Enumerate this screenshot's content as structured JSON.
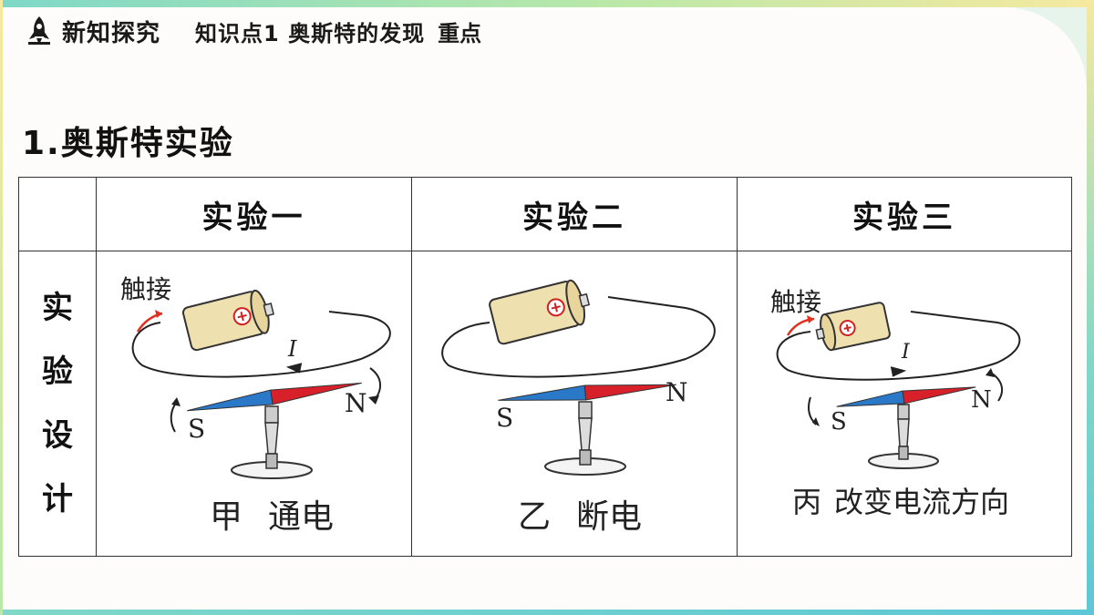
{
  "header": {
    "title": "新知探究",
    "topic": "知识点1 奥斯特的发现",
    "tag": "重点"
  },
  "section_title": "1.奥斯特实验",
  "table": {
    "row_header": [
      "实",
      "验",
      "设",
      "计"
    ],
    "columns": [
      {
        "heading": "实验一",
        "touch_label": "触接",
        "current_label": "I",
        "pole_s": "S",
        "pole_n": "N",
        "caption_mark": "甲",
        "caption_text": "通电"
      },
      {
        "heading": "实验二",
        "pole_s": "S",
        "pole_n": "N",
        "caption_mark": "乙",
        "caption_text": "断电"
      },
      {
        "heading": "实验三",
        "touch_label": "触接",
        "current_label": "I",
        "pole_s": "S",
        "pole_n": "N",
        "caption_mark": "丙",
        "caption_text": "改变电流方向"
      }
    ]
  },
  "colors": {
    "needle_red": "#d8202a",
    "needle_blue": "#2a78c8",
    "battery": "#efe0b0",
    "arrow_red": "#e03020"
  }
}
